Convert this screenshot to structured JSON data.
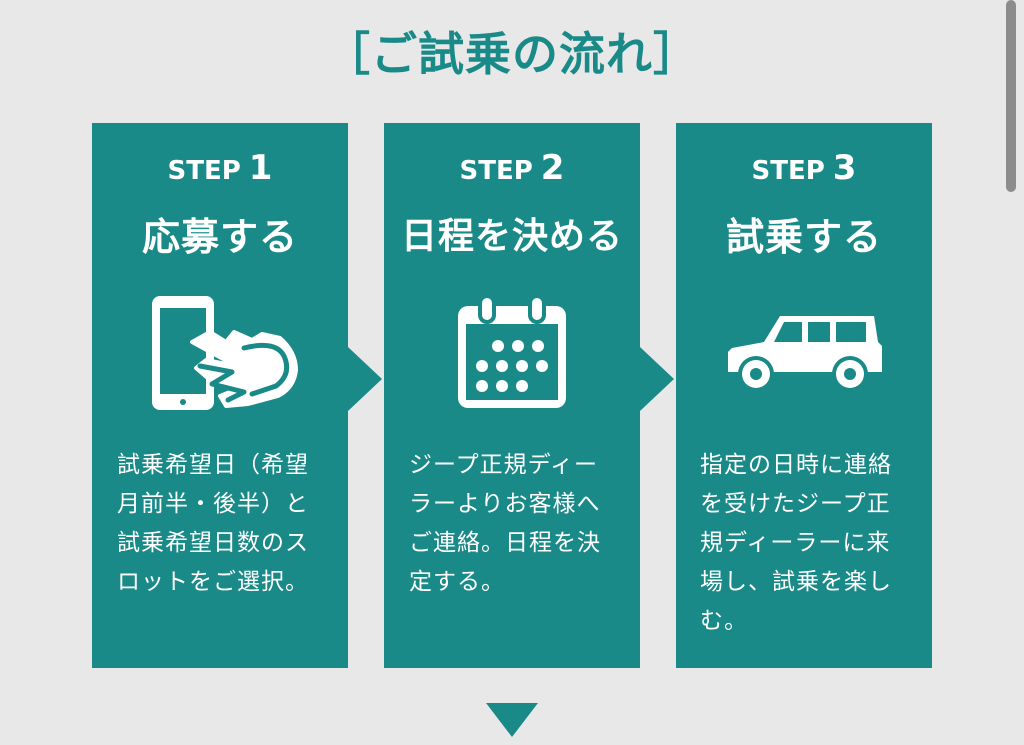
{
  "page": {
    "title": "［ご試乗の流れ］"
  },
  "steps": [
    {
      "label": "STEP",
      "number": "1",
      "title": "応募する",
      "icon": "smartphone-tap-icon",
      "description": [
        "試乗希望日（希望",
        "月前半・後半）と",
        "試乗希望日数のス",
        "ロットをご選択。"
      ]
    },
    {
      "label": "STEP",
      "number": "2",
      "title": "日程を決める",
      "icon": "calendar-icon",
      "description": [
        "ジープ正規ディー",
        "ラーよりお客様へ",
        "ご連絡。日程を決",
        "定する。"
      ]
    },
    {
      "label": "STEP",
      "number": "3",
      "title": "試乗する",
      "icon": "jeep-icon",
      "description": [
        "指定の日時に連絡",
        "を受けたジープ正",
        "規ディーラーに来",
        "場し、試乗を楽し",
        "む。"
      ]
    }
  ],
  "colors": {
    "background": "#e8e8e8",
    "card": "#1a8a89",
    "title": "#1a8a89",
    "text_on_card": "#ffffff",
    "scrollbar": "#8c8c8c"
  }
}
